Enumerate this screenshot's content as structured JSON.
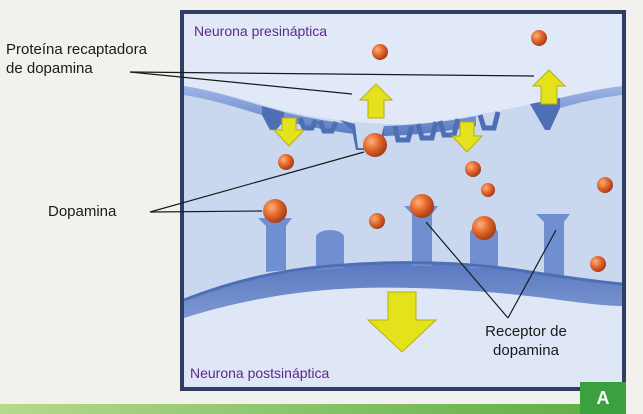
{
  "labels": {
    "protein_line1": "Proteína recaptadora",
    "protein_line2": "de dopamina",
    "dopamine": "Dopamina",
    "receptor_line1": "Receptor de",
    "receptor_line2": "dopamina"
  },
  "panel": {
    "presynaptic": "Neurona presináptica",
    "postsynaptic": "Neurona postsináptica",
    "badge": "A"
  },
  "colors": {
    "frame": "#2f3e63",
    "synapse_bg": "#c9d7ef",
    "membrane": "#6f8fd1",
    "membrane_dark": "#4f6fb5",
    "dopamine": "#e06a2c",
    "arrow": "#e4e21a",
    "title_purple": "#5a2a8a",
    "badge_green": "#3aa040"
  }
}
